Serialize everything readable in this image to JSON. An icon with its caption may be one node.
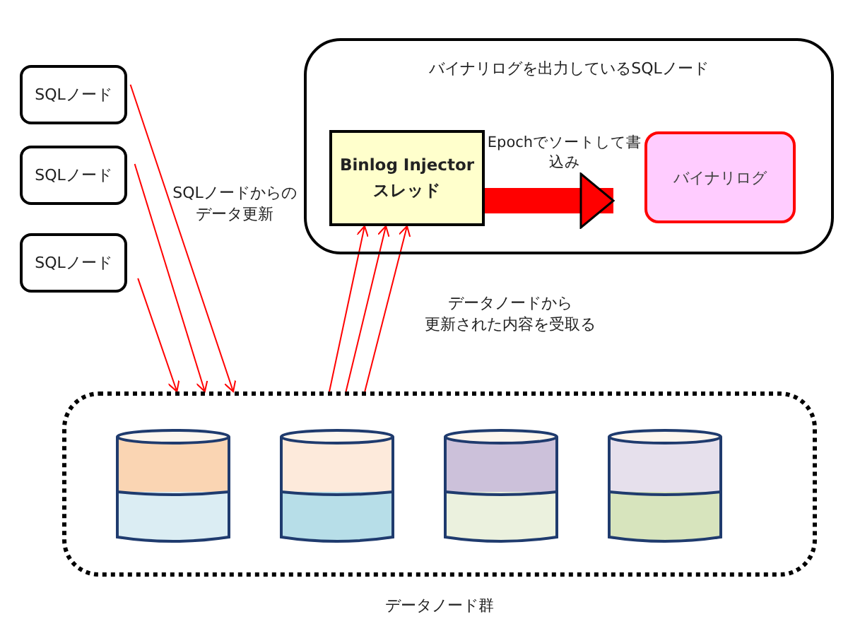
{
  "diagram": {
    "nodes": [
      {
        "text": [
          "SQLノード"
        ]
      },
      {
        "text": [
          "SQLノード"
        ]
      },
      {
        "text": [
          "SQLノード"
        ]
      },
      {
        "text": [
          "バイナリログを出力しているSQLノード"
        ]
      },
      {
        "text": [
          "Binlog Injector スレッド"
        ],
        "in": 3
      },
      {
        "text": [
          "バイナリログ"
        ],
        "in": 3
      },
      {
        "text": [
          "データノード群"
        ]
      },
      {
        "text": [],
        "shape": "cylinder",
        "in": 6
      },
      {
        "text": [],
        "shape": "cylinder",
        "in": 6
      },
      {
        "text": [],
        "shape": "cylinder",
        "in": 6
      },
      {
        "text": [],
        "shape": "cylinder",
        "in": 6
      }
    ],
    "edges": [
      {
        "from": 0,
        "to": 6,
        "arrow": "to"
      },
      {
        "from": 1,
        "to": 6,
        "arrow": "to"
      },
      {
        "from": 2,
        "to": 6,
        "arrow": "to"
      },
      {
        "from": 6,
        "to": 4,
        "arrow": "to"
      },
      {
        "from": 6,
        "to": 4,
        "arrow": "to"
      },
      {
        "from": 6,
        "to": 4,
        "arrow": "to"
      },
      {
        "from": 4,
        "to": 5,
        "arrow": "to",
        "label": "Epochでソートして書込み",
        "style": "thick"
      }
    ],
    "labels": [
      "SQLノードからのデータ更新",
      "データノードから更新された内容を受取る"
    ]
  }
}
